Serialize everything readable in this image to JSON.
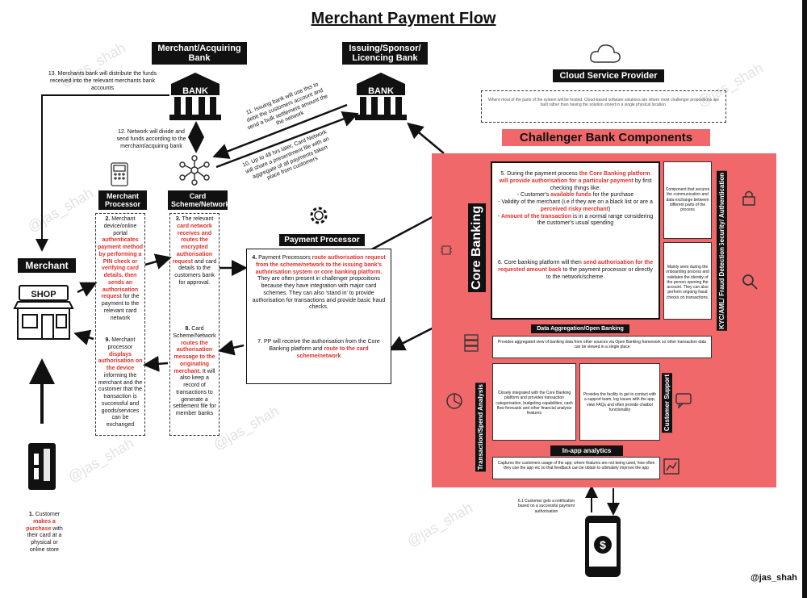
{
  "title": "Merchant Payment Flow",
  "credit": "@jas_shah",
  "watermark": "@jas_shah",
  "acquiring_bank": {
    "label": "Merchant/Acquiring Bank",
    "sign": "BANK"
  },
  "issuing_bank": {
    "label": "Issuing/Sponsor/ Licencing Bank",
    "sign": "BANK"
  },
  "cloud": {
    "label": "Cloud Service Provider",
    "text": "Where most of the parts of the system will be hosted. Cloud-based software solutions are where most challenger propositions are built rather than having the solution stored in a single physical location."
  },
  "merchant": {
    "label": "Merchant",
    "shop_sign": "SHOP"
  },
  "merchant_processor": {
    "label": "Merchant Processor"
  },
  "card_scheme": {
    "label": "Card Scheme/Network"
  },
  "payment_processor": {
    "label": "Payment Processor"
  },
  "challenger": {
    "label": "Challenger Bank Components"
  },
  "core_banking": {
    "label": "Core Banking"
  },
  "steps": {
    "s1": {
      "num": "1.",
      "a": " Customer ",
      "b": "makes a purchase",
      "c": " with their card at a physical or online store"
    },
    "s2": {
      "num": "2.",
      "a": " Merchant device/online portal ",
      "b": "authenticates payment method by performing a PIN check or verifying card details, then sends an authorisation request",
      "c": " for the payment  to the relevant card network"
    },
    "s3": {
      "num": "3.",
      "a": " The relevant ",
      "b": "card network receives and routes the encrypted authorisation request",
      "c": " and card details to the customers bank for approval."
    },
    "s4": {
      "num": "4.",
      "a": " Payment Processors ",
      "b": "route authorisation request from the scheme/network to the issuing bank's authorisation system or core banking platform.",
      "c": " They are often present in challenger propositions because they have integration with major card schemes. They can also 'stand in' to provide authorisation for transactions and provide basic fraud checks."
    },
    "s5_intro": "5. During the payment process ",
    "s5_red": "the Core Banking platform will provide authorisation for a particular payment",
    "s5_rest": " by first checking things like:",
    "s5_b1a": "- Customer's ",
    "s5_b1b": "available funds",
    "s5_b1c": " for the purchase",
    "s5_b2a": "- Validity of the merchant (i.e if they are on a black list or are a ",
    "s5_b2b": "perceived risky merchant",
    "s5_b2c": ")",
    "s5_b3a": "- ",
    "s5_b3b": "Amount of the transaction",
    "s5_b3c": " is in a normal range considering the customer's usual spending",
    "s6a": "6. Core banking platform will then ",
    "s6b": "send authorisation for the requested amount back",
    "s6c": " to the payment processor or directly to the network/scheme.",
    "s61": "6.1 Customer gets a notification based on a successful payment authorisation",
    "s7a": "7. PP will receive the authorisation from the Core Banking platform and ",
    "s7b": "route to the card scheme/network",
    "s8": {
      "num": "8.",
      "a": " Card Scheme/Network ",
      "b": "routes the authorisation message to the originating merchant.",
      "c": " It will also keep a record of transactions to generate a settlement file for member banks"
    },
    "s9": {
      "num": "9.",
      "a": " Merchant processor ",
      "b": "displays authorisation on the device",
      "c": " informing the merchant and the customer that the transaction is successful and goods/services can be exchanged"
    },
    "s10": "10. Up to 48 hrs later, Card Network will share a presentment file with an aggregate of all payments taken place from customers",
    "s11": "11. Issuing bank will use this to debit the customers account and send a bulk settlement amount the the network",
    "s12": "12. Network will divide and send funds according to the merchant/acquiring bank",
    "s13": "13. Merchants bank will distribute the funds received into the relevant merchants bank accounts"
  },
  "components": {
    "security": {
      "label": "Security/ Authentication",
      "text": "Component that secures the communication and data exchange between different parts of the process"
    },
    "kyc": {
      "label": "KYC/AML/ Fraud Detection",
      "text": "Mainly seen during the onboarding process and validates the identity of the person opening the account. They can also perform ongoing fraud checks on transactions."
    },
    "data_agg": {
      "label": "Data Aggregation/Open Banking",
      "text": "Provides aggregated view of banking data from other sources via Open Banking framework so other transaction data can be viewed in a single place"
    },
    "transaction": {
      "label": "Transaction/Spend Analysis",
      "text": "Closely integrated with the Core Banking platform and provides transaction categorisation, budgeting capabilities, cash flow forecasts and other financial analysis features"
    },
    "support": {
      "label": "Customer Support",
      "text": "Provides the facility to get in contact with a support team, log issues with the app, view FAQs and often provide chatbot functionality"
    },
    "analytics": {
      "label": "In-app analytics",
      "text": "Captures the customers usage of the app; where features are not being used, how often they use the app etc so that feedback can be obtain to ultimately improve the app"
    }
  },
  "colors": {
    "accent": "#f0686a",
    "red_text": "#e0302a"
  }
}
